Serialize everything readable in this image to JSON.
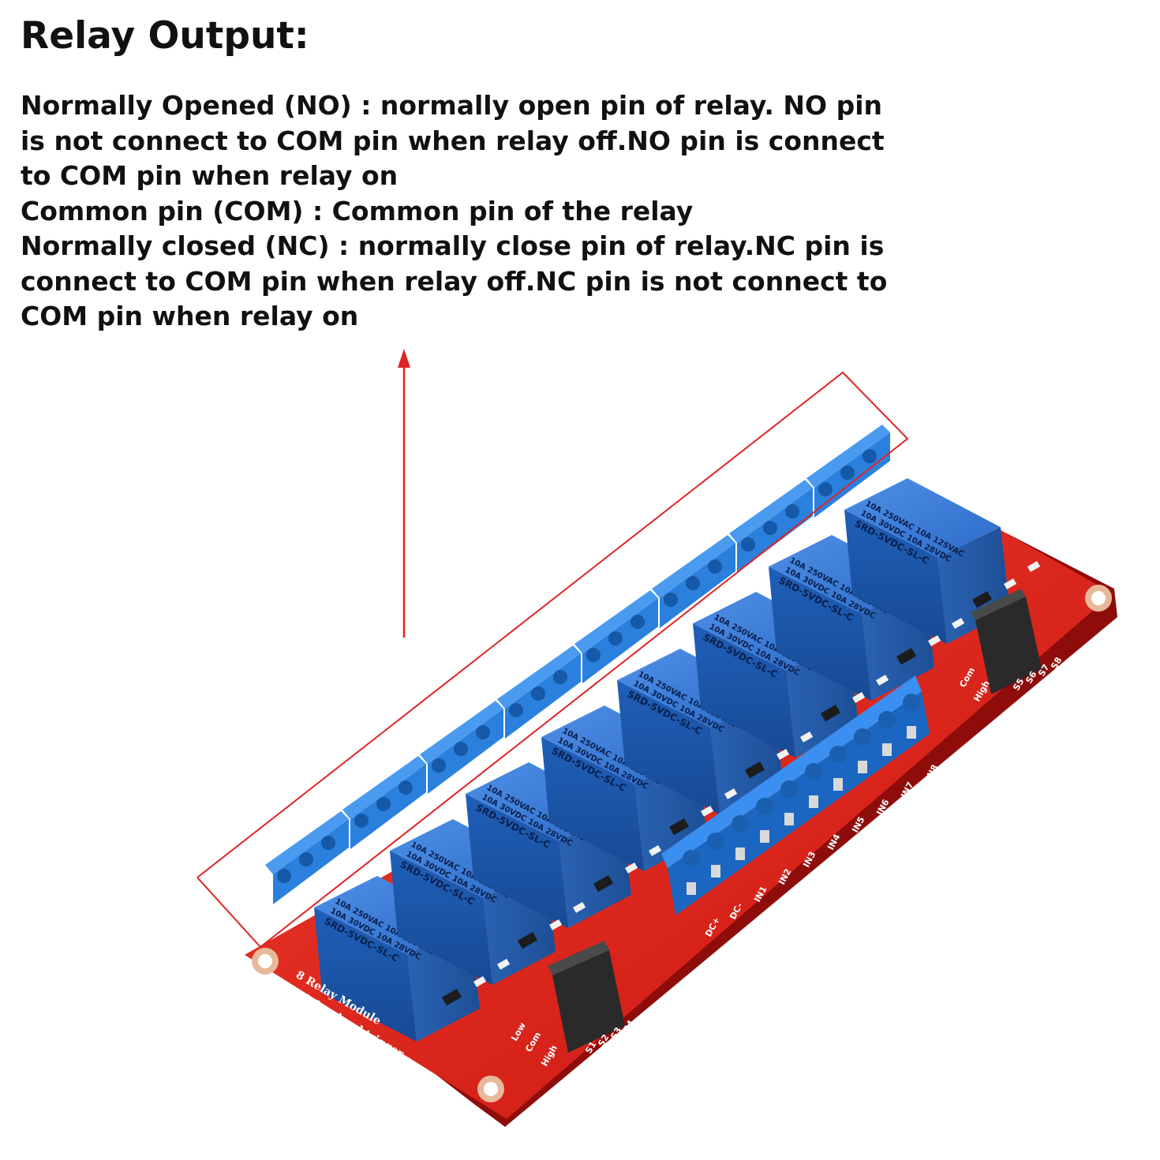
{
  "heading": "Relay Output:",
  "description_lines": [
    "Normally Opened (NO) : normally open pin of relay. NO pin",
    "is not connect to COM pin when relay off.NO pin is connect",
    "to COM pin when relay on",
    "Common pin (COM) : Common pin of the relay",
    "Normally closed (NC) : normally close pin of relay.NC pin is",
    "connect to COM pin when relay off.NC pin is not connect to",
    "COM pin when relay on"
  ],
  "relay_marking": {
    "line1": "10A 250VAC  10A 125VAC",
    "line2": "10A 30VDC  10A 28VDC",
    "line3": "SRD-5VDC-SL-C"
  },
  "board_text": {
    "title": "8 Relay Module",
    "subtitle": "high/low level trigger",
    "terminal_labels": [
      "DC+",
      "DC-",
      "IN1",
      "IN2",
      "IN3",
      "IN4",
      "IN5",
      "IN6",
      "IN7",
      "IN8"
    ],
    "jumper_labels_left": [
      "S1",
      "S2",
      "S3",
      "S4"
    ],
    "jumper_labels_right": [
      "S5",
      "S6",
      "S7",
      "S8"
    ],
    "level_labels": [
      "Low",
      "Com",
      "High"
    ]
  },
  "colors": {
    "pcb": "#e0211b",
    "relay_blue": "#2a6fd0",
    "terminal_blue": "#1f7fd8",
    "annotation_red": "#e02424"
  }
}
